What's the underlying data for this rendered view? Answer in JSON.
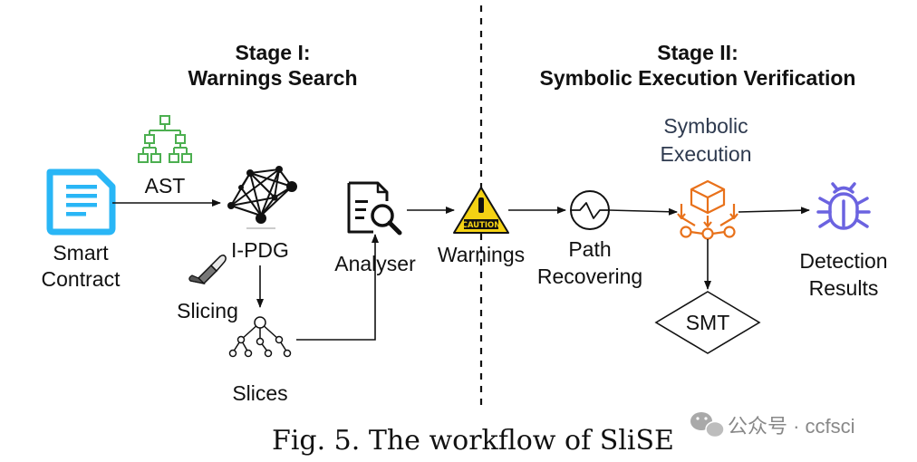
{
  "stage1": {
    "title": "Stage I:",
    "subtitle": "Warnings Search"
  },
  "stage2": {
    "title": "Stage II:",
    "subtitle": "Symbolic Execution Verification"
  },
  "nodes": {
    "smart_contract": [
      "Smart",
      "Contract"
    ],
    "ast": "AST",
    "ipdg": "I-PDG",
    "slicing": "Slicing",
    "slices": "Slices",
    "analyser": "Analyser",
    "warnings": "Warnings",
    "caution": "CAUTION",
    "path_recovering": [
      "Path",
      "Recovering"
    ],
    "symbolic_execution": [
      "Symbolic",
      "Execution"
    ],
    "smt": "SMT",
    "detection_results": [
      "Detection",
      "Results"
    ]
  },
  "caption": "Fig. 5.  The workflow of SliSE",
  "watermark": "公众号 · ccfsci",
  "colors": {
    "doc_blue": "#29b6f6",
    "ast_green": "#4caf50",
    "symbolic_orange": "#e8711a",
    "bug_purple": "#6b63e0",
    "caution_yellow": "#f5d214",
    "symbolic_text": "#2e3a4f"
  },
  "icons": {
    "smart_contract": "document-icon",
    "ast": "tree-icon",
    "ipdg": "graph-icon",
    "slicing": "knife-icon",
    "slices": "tree-slices-icon",
    "analyser": "magnifier-document-icon",
    "warnings": "caution-sign-icon",
    "path_recovering": "waveform-circle-icon",
    "symbolic_execution": "cube-network-icon",
    "detection_results": "bug-icon"
  }
}
